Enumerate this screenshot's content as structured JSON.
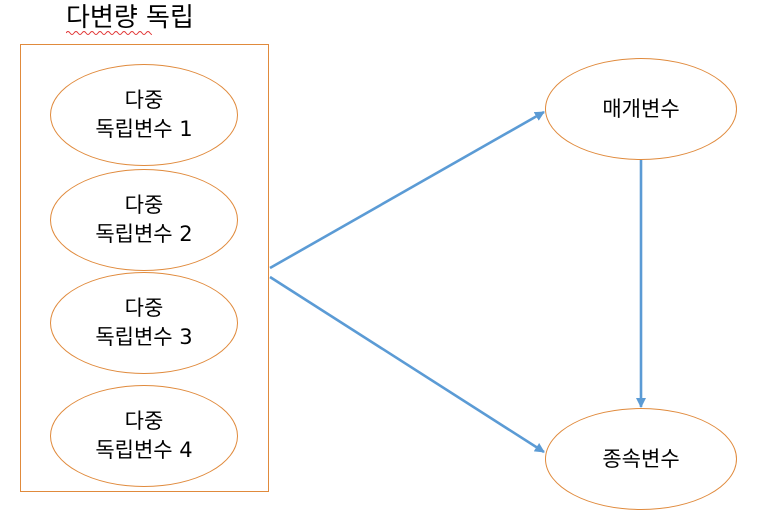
{
  "diagram": {
    "group_title": "다변량 독립",
    "independent_variables": [
      {
        "line1": "다중",
        "line2": "독립변수 1"
      },
      {
        "line1": "다중",
        "line2": "독립변수 2"
      },
      {
        "line1": "다중",
        "line2": "독립변수 3"
      },
      {
        "line1": "다중",
        "line2": "독립변수 4"
      }
    ],
    "mediator": "매개변수",
    "dependent": "종속변수",
    "colors": {
      "node_border": "#e08a3c",
      "arrow": "#5b9bd5",
      "spellcheck_underline": "#e03030"
    }
  }
}
